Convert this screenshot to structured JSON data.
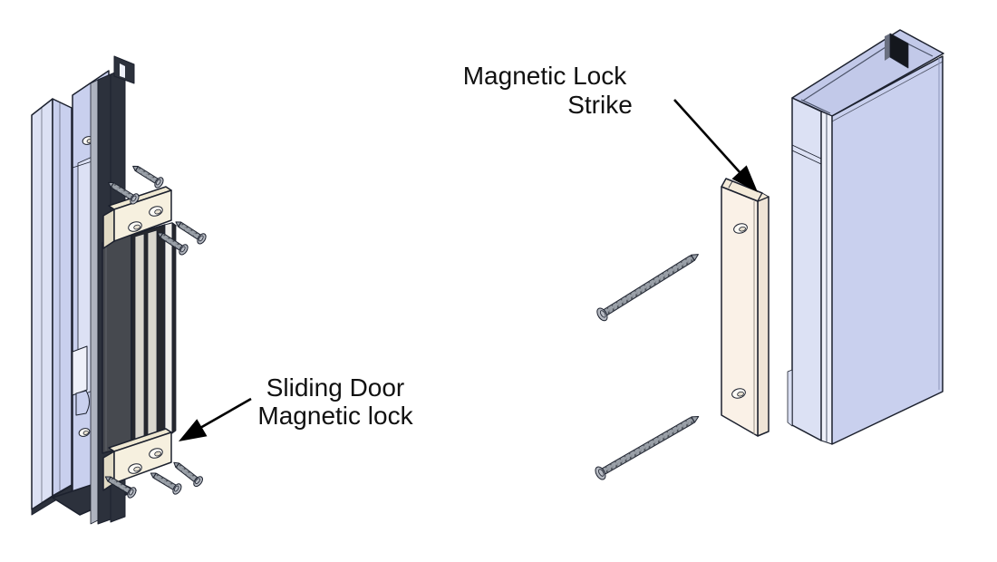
{
  "figure": {
    "type": "exploded-assembly-diagram",
    "labels": {
      "sliding_door_lock": {
        "line1": "Sliding Door",
        "line2": "Magnetic lock"
      },
      "strike": {
        "line1": "Magnetic Lock",
        "line2": "Strike"
      }
    },
    "colors": {
      "background": "#ffffff",
      "outline": "#1c212e",
      "frame_lavender": "#c9d0ee",
      "frame_lavender_light": "#dce1f4",
      "frame_lavender_pale": "#eef0f9",
      "frame_interior": "#c2c9e9",
      "rail_dark": "#2c313c",
      "rail_gray": "#aeb3bf",
      "lock_body": "#46494f",
      "lock_top": "#303339",
      "lock_face": "#26282e",
      "magnet_stripe": "#d9d6ce",
      "lock_side_highlight": "#f0efec",
      "bracket_cream": "#f6f0df",
      "bracket_side": "#e2dbc5",
      "bracket_top": "#efe8d2",
      "strike_front": "#faf1e7",
      "strike_side": "#eee4d6",
      "strike_top": "#f3ead9",
      "screw_shaft": "#9aa0a8",
      "screw_head": "#b6bac2",
      "screw_thread": "#3a3f47",
      "hole_fill": "#fdfbf6",
      "hole_shadow": "#e6dfcf",
      "inner_black": "#14171d",
      "arrow_black": "#000000",
      "label_text": "#111111"
    }
  }
}
